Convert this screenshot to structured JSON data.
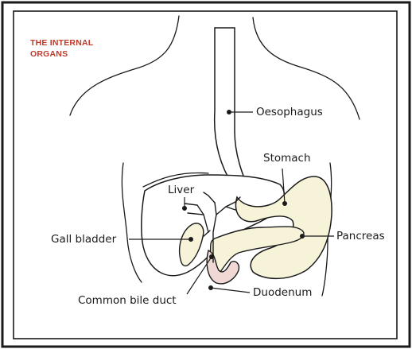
{
  "title": {
    "line1": "THE INTERNAL",
    "line2": "ORGANS"
  },
  "labels": {
    "oesophagus": "Oesophagus",
    "stomach": "Stomach",
    "liver": "Liver",
    "gall_bladder": "Gall bladder",
    "pancreas": "Pancreas",
    "common_bile_duct": "Common bile duct",
    "duodenum": "Duodenum"
  },
  "colors": {
    "title": "#c0392b",
    "organ_fill": "#f7f3d9",
    "duct_fill": "#f0d9d4",
    "outline": "#1a1a1a"
  }
}
